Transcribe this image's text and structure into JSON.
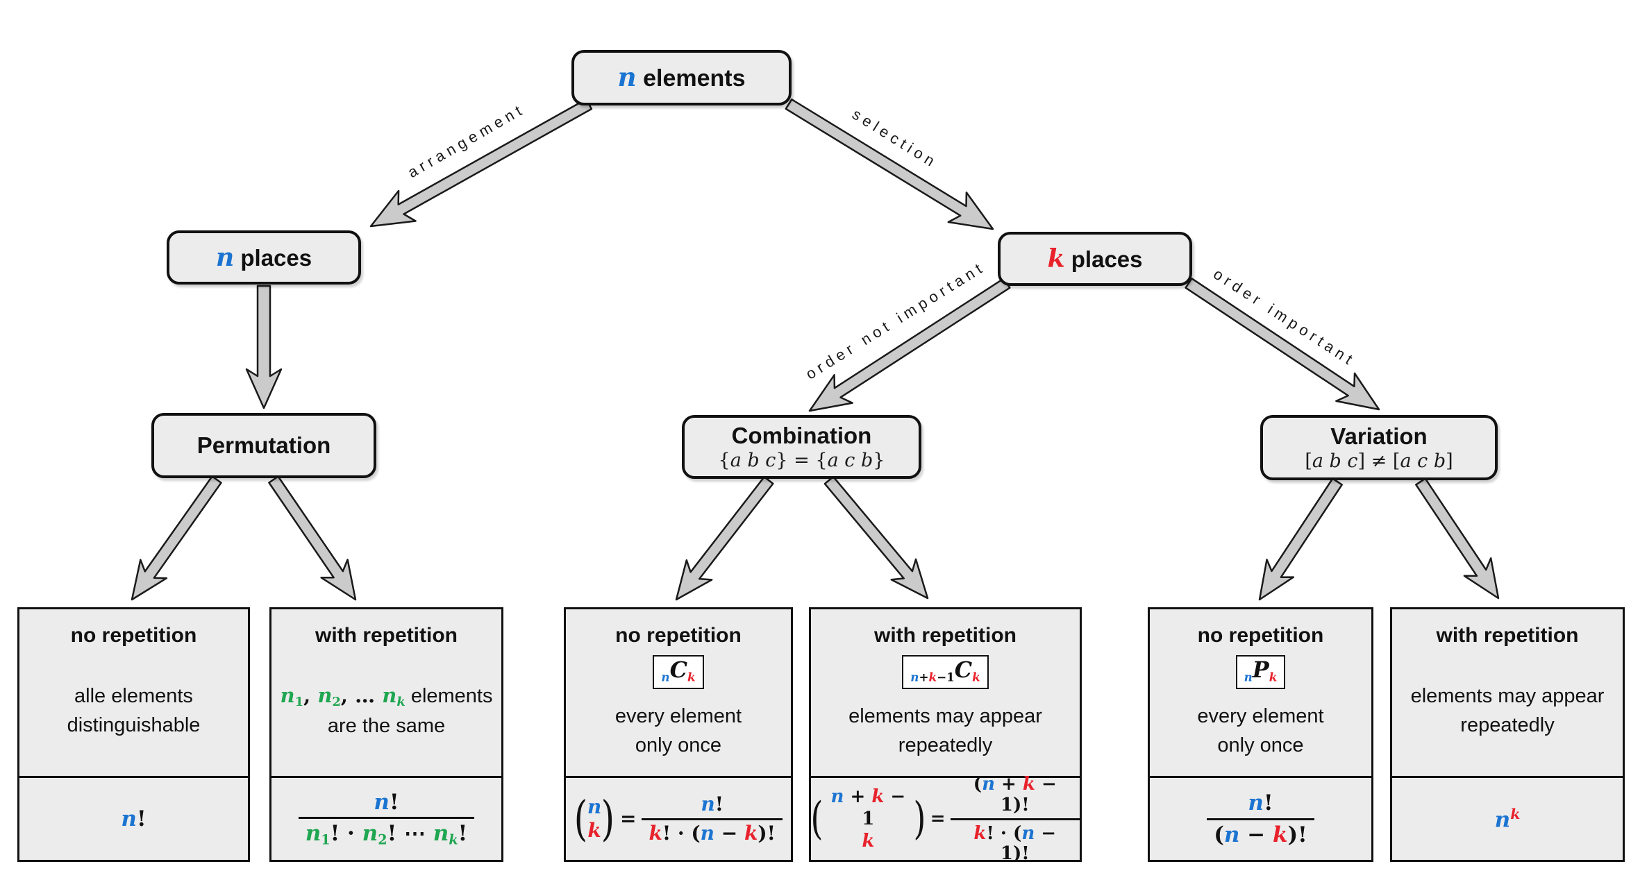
{
  "colors": {
    "blue": "#1B74D1",
    "red": "#E8212B",
    "green": "#1FA651",
    "node_fill": "#ECECEC",
    "border": "#111111",
    "arrow_fill": "#CBCBCB",
    "arrow_stroke": "#1A1A1A"
  },
  "nodes": {
    "root": {
      "tokens": [
        [
          "n",
          "mi blue"
        ],
        [
          " elements",
          "t"
        ]
      ]
    },
    "n_places": {
      "tokens": [
        [
          "n",
          "mi blue"
        ],
        [
          " places",
          "t"
        ]
      ]
    },
    "k_places": {
      "tokens": [
        [
          "k",
          "mi red"
        ],
        [
          " places",
          "t"
        ]
      ]
    },
    "permutation": {
      "title": "Permutation"
    },
    "combination": {
      "title": "Combination",
      "subtitle": [
        [
          "{",
          "msn"
        ],
        [
          "a b c",
          "msi"
        ],
        [
          "}",
          "msn"
        ],
        [
          " = ",
          "msn"
        ],
        [
          "{",
          "msn"
        ],
        [
          "a c b",
          "msi"
        ],
        [
          "}",
          "msn"
        ]
      ]
    },
    "variation": {
      "title": "Variation",
      "subtitle": [
        [
          "[",
          "msn"
        ],
        [
          "a b c",
          "msi"
        ],
        [
          "]",
          "msn"
        ],
        [
          " ≠ ",
          "msn"
        ],
        [
          "[",
          "msn"
        ],
        [
          "a c b",
          "msi"
        ],
        [
          "]",
          "msn"
        ]
      ]
    }
  },
  "edges": {
    "arrangement": "arrangement",
    "selection": "selection",
    "order_not_important": "order not important",
    "order_important": "order important"
  },
  "syms": {
    "lparen": "(",
    "rparen": ")",
    "eq": "="
  },
  "leaves": [
    {
      "group": "permutation",
      "title": "no repetition",
      "desc": [
        [
          [
            "alle elements",
            "t"
          ]
        ],
        [
          [
            "distinguishable",
            "t"
          ]
        ]
      ],
      "formula": {
        "tokens": [
          [
            "n",
            "mi blue"
          ],
          [
            "!",
            "mo"
          ]
        ]
      }
    },
    {
      "group": "permutation",
      "title": "with repetition",
      "desc": [
        [
          [
            "n",
            "mi green"
          ],
          [
            "1",
            "mo green sub"
          ],
          [
            ", ",
            "mo"
          ],
          [
            "n",
            "mi green"
          ],
          [
            "2",
            "mo green sub"
          ],
          [
            ", … ",
            "mo"
          ],
          [
            "n",
            "mi green"
          ],
          [
            "k",
            "mi green sub"
          ],
          [
            " elements",
            "t"
          ]
        ],
        [
          [
            "are the same",
            "t"
          ]
        ]
      ],
      "formula": {
        "num": [
          [
            "n",
            "mi blue"
          ],
          [
            "!",
            "mo"
          ]
        ],
        "den": [
          [
            "n",
            "mi green"
          ],
          [
            "1",
            "mo green sub"
          ],
          [
            "!",
            "mo"
          ],
          [
            " · ",
            "mo"
          ],
          [
            "n",
            "mi green"
          ],
          [
            "2",
            "mo green sub"
          ],
          [
            "!",
            "mo"
          ],
          [
            " ⋯ ",
            "mo"
          ],
          [
            "n",
            "mi green"
          ],
          [
            "k",
            "mi green sub"
          ],
          [
            "!",
            "mo"
          ]
        ]
      }
    },
    {
      "group": "combination",
      "title": "no repetition",
      "badge": [
        [
          "n",
          "mi blue bsub"
        ],
        [
          "C",
          "bigc"
        ],
        [
          "k",
          "mi red bsub"
        ]
      ],
      "desc": [
        [
          [
            "every element",
            "t"
          ]
        ],
        [
          [
            "only once",
            "t"
          ]
        ]
      ],
      "formula": {
        "top": [
          [
            "n",
            "mi blue"
          ]
        ],
        "bot": [
          [
            "k",
            "mi red"
          ]
        ],
        "num": [
          [
            "n",
            "mi blue"
          ],
          [
            "!",
            "mo"
          ]
        ],
        "den": [
          [
            "k",
            "mi red"
          ],
          [
            "!",
            "mo"
          ],
          [
            " · ",
            "mo"
          ],
          [
            "(",
            "mo"
          ],
          [
            "n",
            "mi blue"
          ],
          [
            " − ",
            "mo"
          ],
          [
            "k",
            "mi red"
          ],
          [
            ")!",
            "mo"
          ]
        ]
      }
    },
    {
      "group": "combination",
      "title": "with repetition",
      "badge": [
        [
          "n",
          "mi blue bsub"
        ],
        [
          "+",
          "mo bsub"
        ],
        [
          "k",
          "mi red bsub"
        ],
        [
          "−1",
          "mo bsub"
        ],
        [
          "C",
          "bigc"
        ],
        [
          "k",
          "mi red bsub"
        ]
      ],
      "desc": [
        [
          [
            "elements may appear",
            "t"
          ]
        ],
        [
          [
            "repeatedly",
            "t"
          ]
        ]
      ],
      "formula": {
        "top": [
          [
            "n",
            "mi blue"
          ],
          [
            " + ",
            "mo"
          ],
          [
            "k",
            "mi red"
          ],
          [
            " − 1",
            "mo"
          ]
        ],
        "bot": [
          [
            "k",
            "mi red"
          ]
        ],
        "num": [
          [
            "(",
            "mo"
          ],
          [
            "n",
            "mi blue"
          ],
          [
            " + ",
            "mo"
          ],
          [
            "k",
            "mi red"
          ],
          [
            " − 1",
            "mo"
          ],
          [
            ")!",
            "mo"
          ]
        ],
        "den": [
          [
            "k",
            "mi red"
          ],
          [
            "!",
            "mo"
          ],
          [
            " · ",
            "mo"
          ],
          [
            "(",
            "mo"
          ],
          [
            "n",
            "mi blue"
          ],
          [
            " − 1",
            "mo"
          ],
          [
            ")!",
            "mo"
          ]
        ]
      }
    },
    {
      "group": "variation",
      "title": "no repetition",
      "badge": [
        [
          "n",
          "mi blue bsub"
        ],
        [
          "P",
          "bigc"
        ],
        [
          "k",
          "mi red bsub"
        ]
      ],
      "desc": [
        [
          [
            "every element",
            "t"
          ]
        ],
        [
          [
            "only once",
            "t"
          ]
        ]
      ],
      "formula": {
        "num": [
          [
            "n",
            "mi blue"
          ],
          [
            "!",
            "mo"
          ]
        ],
        "den": [
          [
            "(",
            "mo"
          ],
          [
            "n",
            "mi blue"
          ],
          [
            " − ",
            "mo"
          ],
          [
            "k",
            "mi red"
          ],
          [
            ")!",
            "mo"
          ]
        ]
      }
    },
    {
      "group": "variation",
      "title": "with repetition",
      "desc": [
        [
          [
            "elements may appear",
            "t"
          ]
        ],
        [
          [
            "repeatedly",
            "t"
          ]
        ]
      ],
      "formula": {
        "tokens": [
          [
            "n",
            "mi blue"
          ],
          [
            "k",
            "mi red sup"
          ]
        ]
      }
    }
  ]
}
